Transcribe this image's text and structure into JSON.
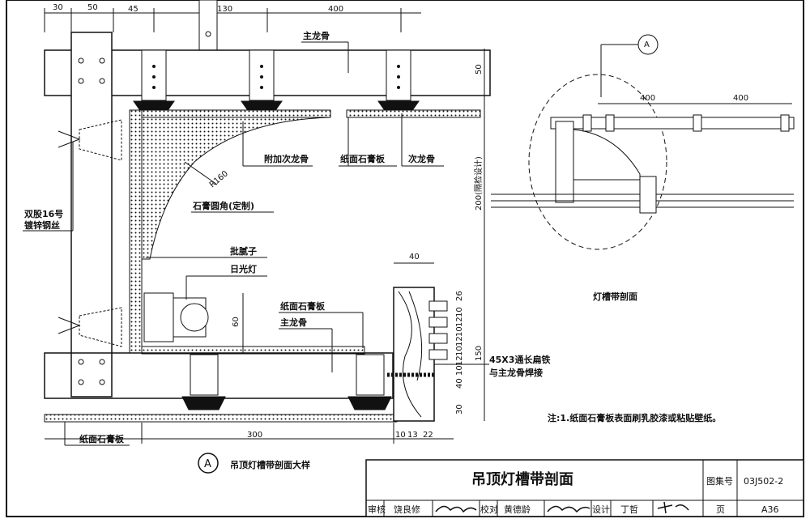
{
  "drawing": {
    "left_dims": [
      "30",
      "50",
      "45",
      "130",
      "400"
    ],
    "right_dims": [
      "400",
      "400"
    ],
    "vert_dims": [
      "50",
      "200(隔检设计)",
      "60",
      "26",
      "10",
      "12",
      "10",
      "12",
      "10",
      "12",
      "10",
      "150",
      "40",
      "30"
    ],
    "dim_40": "40",
    "bottom_dims": [
      "300",
      "10",
      "13",
      "22"
    ],
    "radius": "R160"
  },
  "labels": {
    "main_keel_top": "主龙骨",
    "extra_sub_keel": "附加次龙骨",
    "gypsum_board_top": "纸面石膏板",
    "sub_keel": "次龙骨",
    "gypsum_corner": "石膏圆角(定制)",
    "steel_wire": [
      "双股16号",
      "镀锌钢丝"
    ],
    "putty": "批腻子",
    "fluorescent": "日光灯",
    "gypsum_board_mid": "纸面石膏板",
    "main_keel_mid": "主龙骨",
    "flat_iron": [
      "45X3通长扁铁",
      "与主龙骨焊接"
    ],
    "gypsum_board_bottom": "纸面石膏板",
    "detail_mark": "A",
    "detail_title": "吊顶灯槽带剖面大样",
    "section_title": "灯槽带剖面",
    "note": "注:1.纸面石膏板表面刷乳胶漆或粘贴壁纸。"
  },
  "title_block": {
    "title": "吊顶灯槽带剖面",
    "atlas_label": "图集号",
    "atlas_no": "03J502-2",
    "page_label": "页",
    "page_no": "A36",
    "review_label": "审核",
    "reviewer": "饶良修",
    "check_label": "校对",
    "checker": "黄德龄",
    "design_label": "设计",
    "designer": "丁哲"
  }
}
